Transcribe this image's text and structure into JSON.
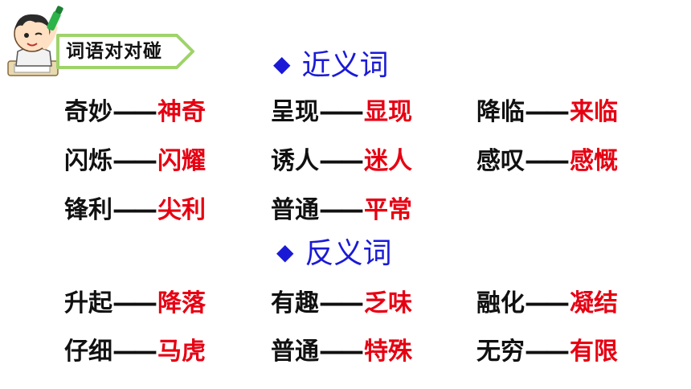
{
  "badge": {
    "label": "词语对对碰"
  },
  "synonyms": {
    "title": "近义词",
    "rows": [
      [
        {
          "word": "奇妙",
          "answer": "神奇"
        },
        {
          "word": "呈现",
          "answer": "显现"
        },
        {
          "word": "降临",
          "answer": "来临"
        }
      ],
      [
        {
          "word": "闪烁",
          "answer": "闪耀"
        },
        {
          "word": "诱人",
          "answer": "迷人"
        },
        {
          "word": "感叹",
          "answer": "感慨"
        }
      ],
      [
        {
          "word": "锋利",
          "answer": "尖利"
        },
        {
          "word": "普通",
          "answer": "平常"
        }
      ]
    ]
  },
  "antonyms": {
    "title": "反义词",
    "rows": [
      [
        {
          "word": "升起",
          "answer": "降落"
        },
        {
          "word": "有趣",
          "answer": "乏味"
        },
        {
          "word": "融化",
          "answer": "凝结"
        }
      ],
      [
        {
          "word": "仔细",
          "answer": "马虎"
        },
        {
          "word": "普通",
          "answer": "特殊"
        },
        {
          "word": "无穷",
          "answer": "有限"
        }
      ]
    ]
  },
  "dash": "——",
  "colors": {
    "heading": "#1a1ad6",
    "answer": "#e60012",
    "text": "#111111",
    "badge_border": "#9fd36a"
  },
  "icons": {
    "mascot": "boy-with-marker-icon",
    "bullet": "diamond-icon"
  }
}
